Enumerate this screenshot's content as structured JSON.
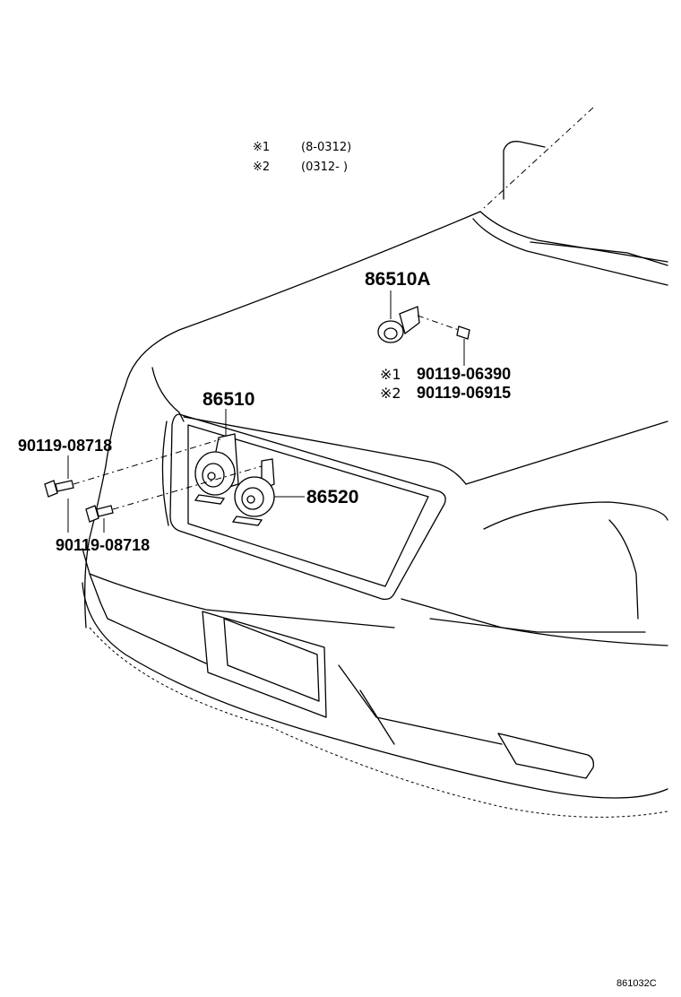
{
  "notes": [
    {
      "mark": "※1",
      "range": "(8-0312)"
    },
    {
      "mark": "※2",
      "range": "(0312-     )"
    }
  ],
  "parts": {
    "horn_a": "86510A",
    "horn_low": "86510",
    "horn_high": "86520",
    "bolt_left_upper": "90119-08718",
    "bolt_left_lower": "90119-08718",
    "bolt_upper_1": {
      "mark": "※1",
      "number": "90119-06390"
    },
    "bolt_upper_2": {
      "mark": "※2",
      "number": "90119-06915"
    }
  },
  "figure_code": "861032C"
}
